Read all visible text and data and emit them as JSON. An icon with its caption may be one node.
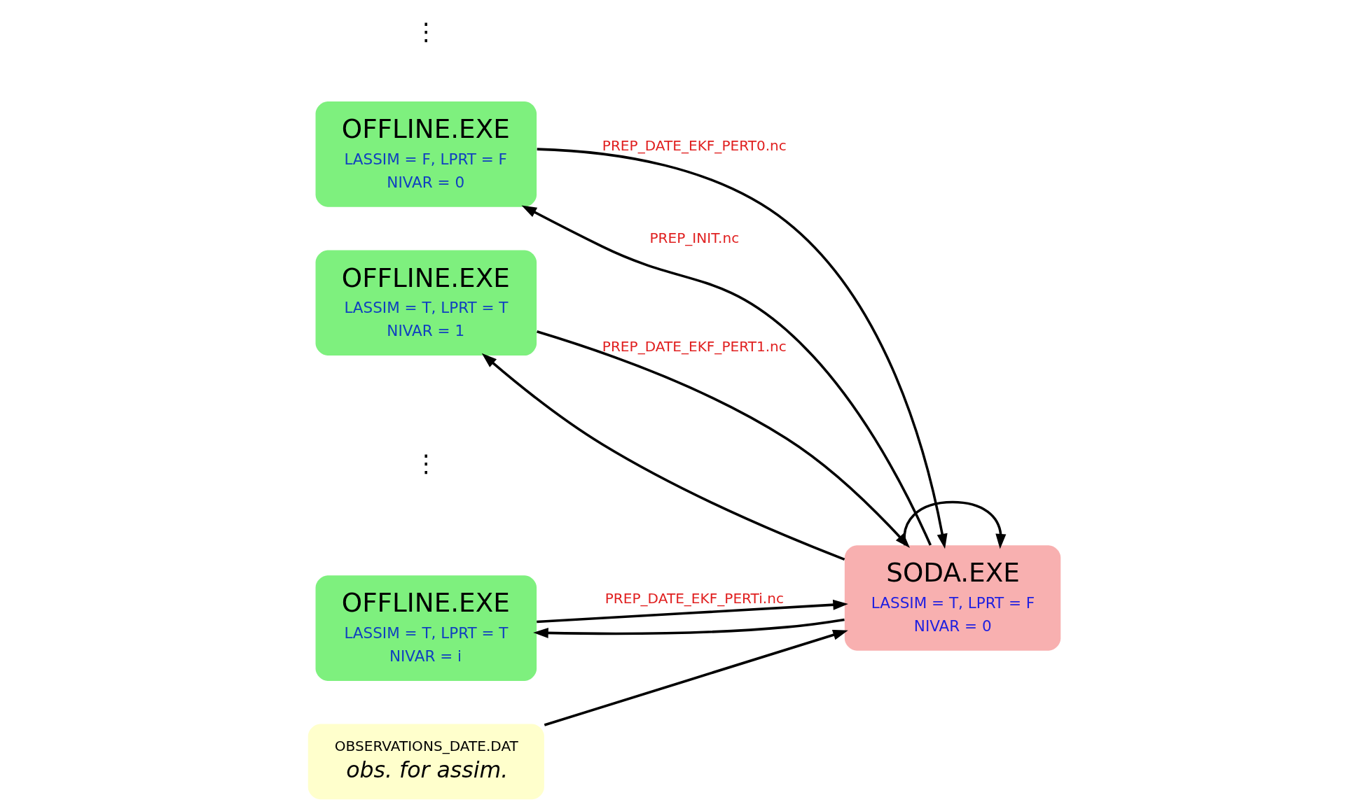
{
  "diagram": {
    "nodes": [
      {
        "text": [
          "OFFLINE.EXE",
          "LASSIM = F, LPRT = F",
          "NIVAR = 0"
        ]
      },
      {
        "text": [
          "OFFLINE.EXE",
          "LASSIM = T, LPRT = T",
          "NIVAR = 1"
        ]
      },
      {
        "text": [
          "OFFLINE.EXE",
          "LASSIM = T, LPRT = T",
          "NIVAR = i"
        ]
      },
      {
        "text": [
          "OBSERVATIONS_DATE.DAT",
          "obs. for assim."
        ]
      },
      {
        "text": [
          "SODA.EXE",
          "LASSIM = T, LPRT = F",
          "NIVAR = 0"
        ]
      }
    ],
    "edges": [
      {
        "from": 0,
        "to": 4,
        "arrow": "to",
        "label": "PREP_DATE_EKF_PERT0.nc"
      },
      {
        "from": 1,
        "to": 4,
        "arrow": "to",
        "label": "PREP_DATE_EKF_PERT1.nc"
      },
      {
        "from": 2,
        "to": 4,
        "arrow": "to",
        "label": "PREP_DATE_EKF_PERTi.nc"
      },
      {
        "from": 3,
        "to": 4,
        "arrow": "to"
      },
      {
        "from": 4,
        "to": 0,
        "arrow": "to",
        "label": "PREP_INIT.nc"
      },
      {
        "from": 4,
        "to": 1,
        "arrow": "to"
      },
      {
        "from": 4,
        "to": 2,
        "arrow": "to"
      },
      {
        "from": 4,
        "to": 4,
        "arrow": "to"
      }
    ],
    "labels": [
      "⋮",
      "⋮"
    ]
  }
}
